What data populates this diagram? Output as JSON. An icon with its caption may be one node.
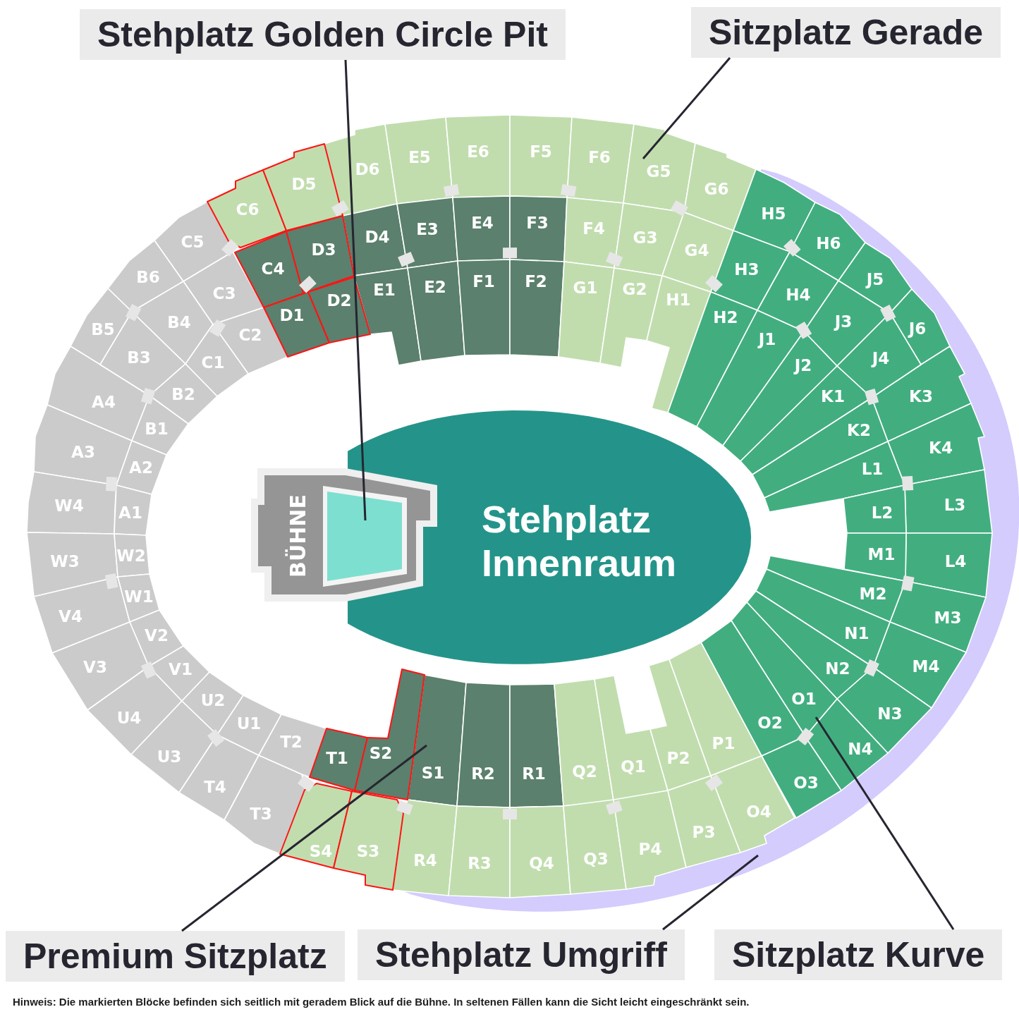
{
  "diagram": {
    "caption": "Hinweis: Die markierten Blöcke befinden sich seitlich mit geradem Blick auf die Bühne. In seltenen Fällen kann die Sicht leicht eingeschränkt sein.",
    "nodes": [
      {
        "text": [
          "Stehplatz Golden Circle Pit"
        ]
      },
      {
        "text": [
          "Sitzplatz Gerade"
        ]
      },
      {
        "text": [
          "C6"
        ]
      },
      {
        "text": [
          "D5"
        ]
      },
      {
        "text": [
          "D6"
        ]
      },
      {
        "text": [
          "E5"
        ]
      },
      {
        "text": [
          "E6"
        ]
      },
      {
        "text": [
          "F5"
        ]
      },
      {
        "text": [
          "F6"
        ]
      },
      {
        "text": [
          "G5"
        ]
      },
      {
        "text": [
          "G6"
        ]
      },
      {
        "text": [
          "C4"
        ]
      },
      {
        "text": [
          "D3"
        ]
      },
      {
        "text": [
          "D4"
        ]
      },
      {
        "text": [
          "E3"
        ]
      },
      {
        "text": [
          "E4"
        ]
      },
      {
        "text": [
          "F3"
        ]
      },
      {
        "text": [
          "F4"
        ]
      },
      {
        "text": [
          "G3"
        ]
      },
      {
        "text": [
          "G4"
        ]
      },
      {
        "text": [
          "D1"
        ]
      },
      {
        "text": [
          "D2"
        ]
      },
      {
        "text": [
          "E1"
        ]
      },
      {
        "text": [
          "E2"
        ]
      },
      {
        "text": [
          "F1"
        ]
      },
      {
        "text": [
          "F2"
        ]
      },
      {
        "text": [
          "G1"
        ]
      },
      {
        "text": [
          "G2"
        ]
      },
      {
        "text": [
          "H1"
        ]
      },
      {
        "text": [
          "C5"
        ]
      },
      {
        "text": [
          "B6"
        ]
      },
      {
        "text": [
          "B5"
        ]
      },
      {
        "text": [
          "A4"
        ]
      },
      {
        "text": [
          "A3"
        ]
      },
      {
        "text": [
          "W4"
        ]
      },
      {
        "text": [
          "W3"
        ]
      },
      {
        "text": [
          "V4"
        ]
      },
      {
        "text": [
          "V3"
        ]
      },
      {
        "text": [
          "U4"
        ]
      },
      {
        "text": [
          "U3"
        ]
      },
      {
        "text": [
          "T4"
        ]
      },
      {
        "text": [
          "T3"
        ]
      },
      {
        "text": [
          "C3"
        ]
      },
      {
        "text": [
          "B4"
        ]
      },
      {
        "text": [
          "B3"
        ]
      },
      {
        "text": [
          "C2"
        ]
      },
      {
        "text": [
          "C1"
        ]
      },
      {
        "text": [
          "B2"
        ]
      },
      {
        "text": [
          "B1"
        ]
      },
      {
        "text": [
          "A2"
        ]
      },
      {
        "text": [
          "A1"
        ]
      },
      {
        "text": [
          "W2"
        ]
      },
      {
        "text": [
          "W1"
        ]
      },
      {
        "text": [
          "V2"
        ]
      },
      {
        "text": [
          "V1"
        ]
      },
      {
        "text": [
          "U2"
        ]
      },
      {
        "text": [
          "U1"
        ]
      },
      {
        "text": [
          "T2"
        ]
      },
      {
        "text": [
          "H5"
        ]
      },
      {
        "text": [
          "H6"
        ]
      },
      {
        "text": [
          "J5"
        ]
      },
      {
        "text": [
          "J6"
        ]
      },
      {
        "text": [
          "K3"
        ]
      },
      {
        "text": [
          "K4"
        ]
      },
      {
        "text": [
          "L3"
        ]
      },
      {
        "text": [
          "L4"
        ]
      },
      {
        "text": [
          "M3"
        ]
      },
      {
        "text": [
          "M4"
        ]
      },
      {
        "text": [
          "N3"
        ]
      },
      {
        "text": [
          "N4"
        ]
      },
      {
        "text": [
          "H3"
        ]
      },
      {
        "text": [
          "H4"
        ]
      },
      {
        "text": [
          "J3"
        ]
      },
      {
        "text": [
          "J4"
        ]
      },
      {
        "text": [
          "H2"
        ]
      },
      {
        "text": [
          "J1"
        ]
      },
      {
        "text": [
          "J2"
        ]
      },
      {
        "text": [
          "K1"
        ]
      },
      {
        "text": [
          "K2"
        ]
      },
      {
        "text": [
          "L1"
        ]
      },
      {
        "text": [
          "L2"
        ]
      },
      {
        "text": [
          "M1"
        ]
      },
      {
        "text": [
          "M2"
        ]
      },
      {
        "text": [
          "N1"
        ]
      },
      {
        "text": [
          "N2"
        ]
      },
      {
        "text": [
          "O1"
        ]
      },
      {
        "text": [
          "O2"
        ]
      },
      {
        "text": [
          "O3"
        ]
      },
      {
        "text": [
          "BÜHNE"
        ]
      },
      {
        "text": [],
        "shape": "box",
        "in": 88
      },
      {
        "text": [
          "Stehplatz Innenraum"
        ]
      },
      {
        "text": [],
        "shape": "band"
      },
      {
        "text": [
          "T1"
        ]
      },
      {
        "text": [
          "S2"
        ]
      },
      {
        "text": [
          "S1"
        ]
      },
      {
        "text": [
          "R2"
        ]
      },
      {
        "text": [
          "R1"
        ]
      },
      {
        "text": [
          "Q2"
        ]
      },
      {
        "text": [
          "Q1"
        ]
      },
      {
        "text": [
          "P2"
        ]
      },
      {
        "text": [
          "P1"
        ]
      },
      {
        "text": [
          "S4"
        ]
      },
      {
        "text": [
          "S3"
        ]
      },
      {
        "text": [
          "R4"
        ]
      },
      {
        "text": [
          "R3"
        ]
      },
      {
        "text": [
          "Q4"
        ]
      },
      {
        "text": [
          "Q3"
        ]
      },
      {
        "text": [
          "P4"
        ]
      },
      {
        "text": [
          "P3"
        ]
      },
      {
        "text": [
          "O4"
        ]
      },
      {
        "text": [
          "Premium Sitzplatz"
        ]
      },
      {
        "text": [
          "Stehplatz Umgriff"
        ]
      },
      {
        "text": [
          "Sitzplatz Kurve"
        ]
      }
    ],
    "edges": [
      {
        "from": 0,
        "to": 89,
        "arrow": "none"
      },
      {
        "from": 1,
        "to": 9,
        "arrow": "none"
      },
      {
        "from": 110,
        "to": 94,
        "arrow": "none"
      },
      {
        "from": 111,
        "to": 91,
        "arrow": "none"
      },
      {
        "from": 112,
        "to": 85,
        "arrow": "none"
      }
    ]
  }
}
